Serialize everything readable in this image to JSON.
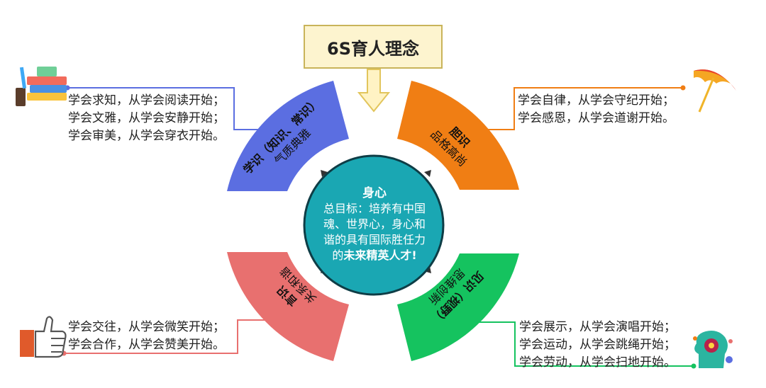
{
  "title": "6S育人理念",
  "center": {
    "heading": "身心",
    "line1": "总目标：培养有中国",
    "line2": "魂、世界心，身心和",
    "line3": "谐的具有国际胜任力",
    "line4_prefix": "的",
    "line4_bold": "未来精英人才!"
  },
  "segments": {
    "top_left": {
      "label": "学识（知识、常识）",
      "sub": "气质典雅",
      "color": "#5b6ee1"
    },
    "top_right": {
      "label": "胆识",
      "sub": "品格高尚",
      "color": "#f07e14"
    },
    "bottom_left": {
      "label": "言识",
      "sub": "关系和谐",
      "color": "#e8706f"
    },
    "bottom_right": {
      "label": "见识（视野）",
      "sub": "思维创新",
      "color": "#15c35f"
    }
  },
  "text_blocks": {
    "top_left": [
      "学会求知，从学会阅读开始；",
      "学会文雅，从学会安静开始；",
      "学会审美，从学会穿衣开始。"
    ],
    "top_right": [
      "学会自律，从学会守纪开始；",
      "学会感恩，从学会道谢开始。"
    ],
    "bottom_left": [
      "学会交往，从学会微笑开始；",
      "学会合作，从学会赞美开始。"
    ],
    "bottom_right": [
      "学会展示，从学会演唱开始；",
      "学会运动，从学会跳绳开始；",
      "学会劳动，从学会扫地开始。"
    ]
  },
  "icons": [
    "books-icon",
    "umbrella-icon",
    "thumbs-up-icon",
    "head-gears-icon"
  ],
  "colors": {
    "center": "#1aa7b3",
    "arrow": "#f5e08a",
    "line_blue": "#5b6ee1",
    "line_orange": "#f07e14",
    "line_red": "#e8706f",
    "line_green": "#15c35f"
  }
}
